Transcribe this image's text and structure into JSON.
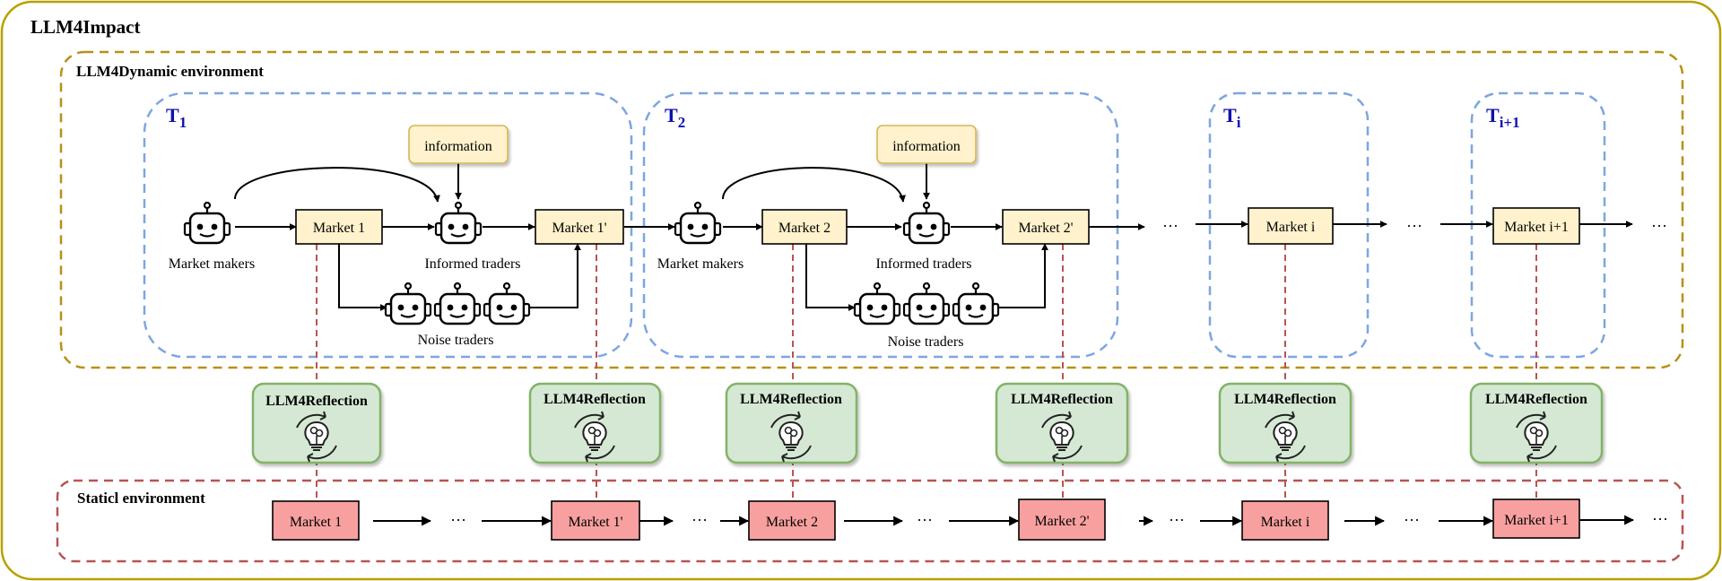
{
  "outer": {
    "title": "LLM4Impact"
  },
  "dynamic": {
    "title": "LLM4Dynamic environment",
    "periods": [
      {
        "base": "T",
        "sub": "1"
      },
      {
        "base": "T",
        "sub": "2"
      },
      {
        "base": "T",
        "sub": "i"
      },
      {
        "base": "T",
        "sub": "i+1"
      }
    ],
    "info_label": "information",
    "market_makers": "Market makers",
    "informed_traders": "Informed traders",
    "noise_traders": "Noise traders",
    "markets": [
      "Market 1",
      "Market 1'",
      "Market 2",
      "Market 2'",
      "Market i",
      "Market i+1"
    ],
    "ellipsis": "···"
  },
  "reflection": {
    "label": "LLM4Reflection"
  },
  "static": {
    "title": "Staticl environment",
    "markets": [
      "Market 1",
      "Market 1'",
      "Market 2",
      "Market 2'",
      "Market i",
      "Market i+1"
    ],
    "ellipsis": "···"
  },
  "colors": {
    "outer_border": "#b8a000",
    "dynamic_border": "#b8901a",
    "period_border": "#7ea6e0",
    "period_title": "#1010b0",
    "market_fill": "#fff2cc",
    "info_fill": "#fff2cc",
    "reflection_fill": "#d5e8d4",
    "reflection_border": "#82b366",
    "static_border": "#b85450",
    "static_fill": "#f8a0a0",
    "link_dash": "#b85450"
  },
  "icons": {
    "agent": "robot-icon",
    "reflection": "brain-bulb-cycle-icon"
  }
}
